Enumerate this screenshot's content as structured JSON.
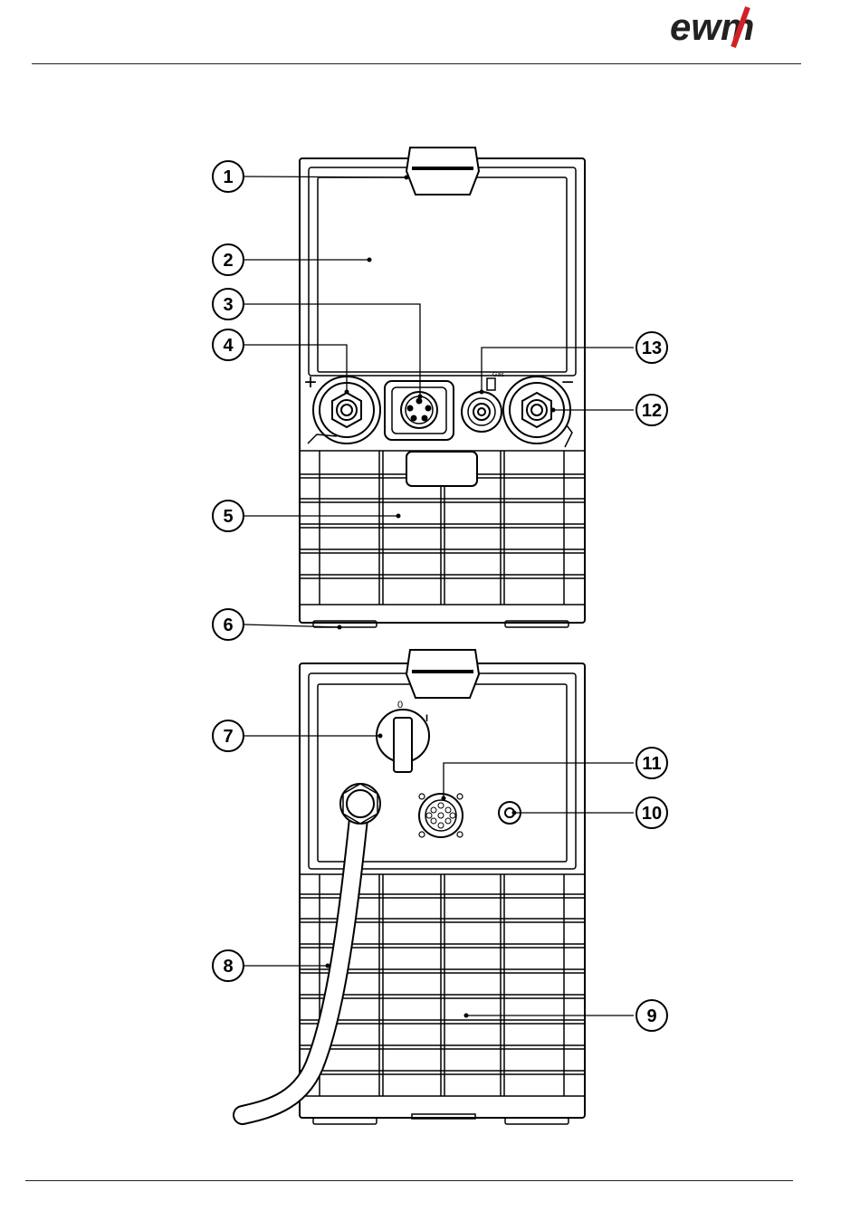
{
  "brand": {
    "logo_text": "ewm"
  },
  "symbols": {
    "plus": "+",
    "minus": "−",
    "switch_off": "0",
    "switch_on": "I",
    "socket_13_label": "Gas"
  },
  "callouts": [
    {
      "num": "1"
    },
    {
      "num": "2"
    },
    {
      "num": "3"
    },
    {
      "num": "4"
    },
    {
      "num": "5"
    },
    {
      "num": "6"
    },
    {
      "num": "7"
    },
    {
      "num": "8"
    },
    {
      "num": "9"
    },
    {
      "num": "10"
    },
    {
      "num": "11"
    },
    {
      "num": "12"
    },
    {
      "num": "13"
    }
  ]
}
